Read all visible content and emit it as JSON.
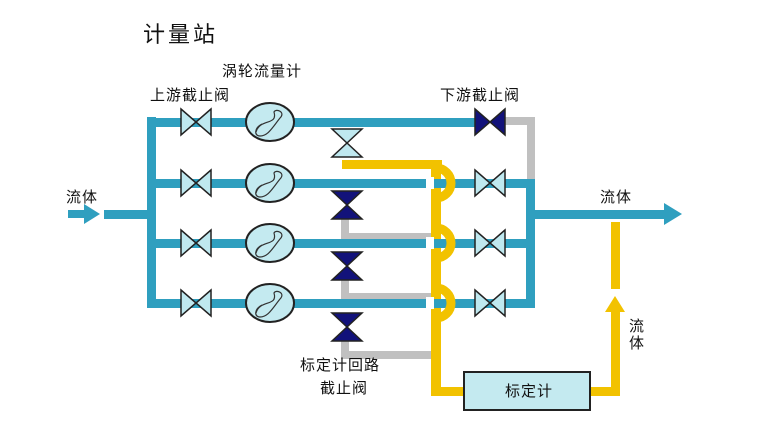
{
  "title": "计量站",
  "labels": {
    "turbine_meter": "涡轮流量计",
    "upstream_valve": "上游截止阀",
    "downstream_valve": "下游截止阀",
    "fluid_in": "流体",
    "fluid_out": "流体",
    "fluid_return": "流体",
    "prover_loop_valve_line1": "标定计回路",
    "prover_loop_valve_line2": "截止阀",
    "prover": "标定计"
  },
  "colors": {
    "pipe_main": "#2f9fbf",
    "pipe_prover": "#f2c200",
    "pipe_grey": "#c0c0c0",
    "valve_open_fill": "#bfe8ef",
    "valve_closed_fill": "#12127a",
    "meter_fill": "#c4eaf0",
    "prover_fill": "#c4eaf0"
  },
  "runs": [
    {
      "upstream_valve": "open",
      "downstream_valve": "closed",
      "prover_valve": "open"
    },
    {
      "upstream_valve": "open",
      "downstream_valve": "open",
      "prover_valve": "closed"
    },
    {
      "upstream_valve": "open",
      "downstream_valve": "open",
      "prover_valve": "closed"
    },
    {
      "upstream_valve": "open",
      "downstream_valve": "open",
      "prover_valve": "closed"
    }
  ]
}
